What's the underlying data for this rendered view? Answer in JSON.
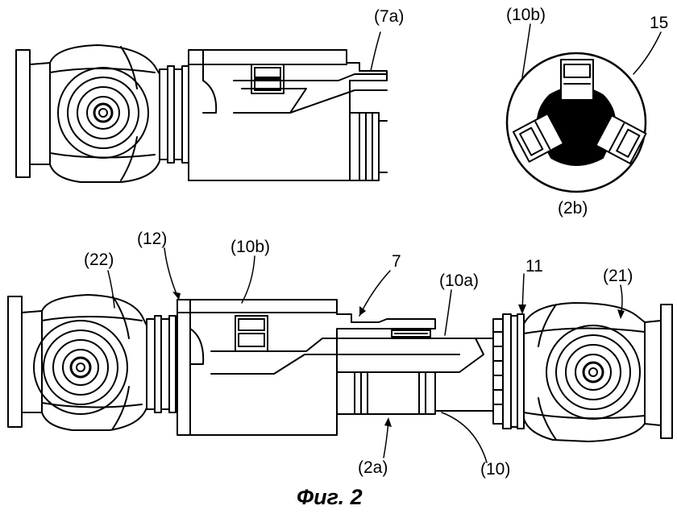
{
  "figure": {
    "caption": "Фиг. 2",
    "labels": {
      "l7a": "(7a)",
      "l10b_top": "(10b)",
      "l15": "15",
      "l2b": "(2b)",
      "l12": "(12)",
      "l10b": "(10b)",
      "l22": "(22)",
      "l7": "7",
      "l10a": "(10a)",
      "l11": "11",
      "l21": "(21)",
      "l2a": "(2a)",
      "l10": "(10)"
    }
  }
}
